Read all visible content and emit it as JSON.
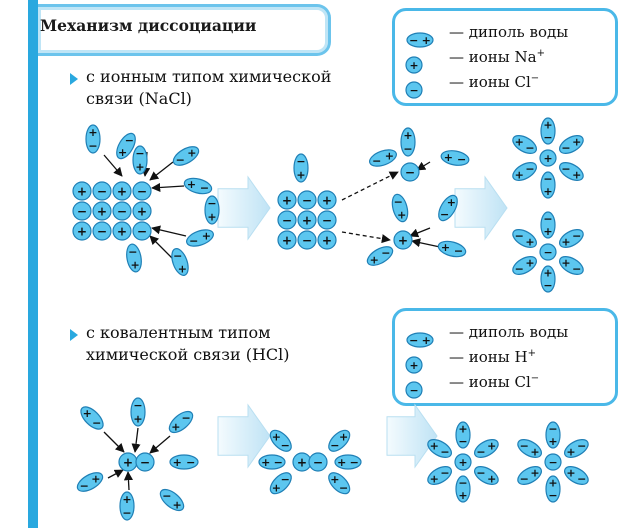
{
  "title": "Механизм диссоциации",
  "legend_ionic": {
    "row1": "— диполь воды",
    "row2": "— ионы Na",
    "row2_sup": "+",
    "row3": "— ионы Cl",
    "row3_sup": "−"
  },
  "legend_covalent": {
    "row1": "— диполь воды",
    "row2": "— ионы H",
    "row2_sup": "+",
    "row3": "— ионы Cl",
    "row3_sup": "−"
  },
  "section_ionic": {
    "line1": "с ионным типом химической",
    "line2": "связи (NaCl)"
  },
  "section_covalent": {
    "line1": "с ковалентным типом",
    "line2": "химической связи (HCl)"
  },
  "signs": {
    "plus": "+",
    "minus": "−"
  },
  "colors": {
    "accent": "#29a8df",
    "ion_fill": "#5cc6ef",
    "ion_stroke": "#1f7fb5",
    "arrow_fill": "#d8eef9"
  }
}
